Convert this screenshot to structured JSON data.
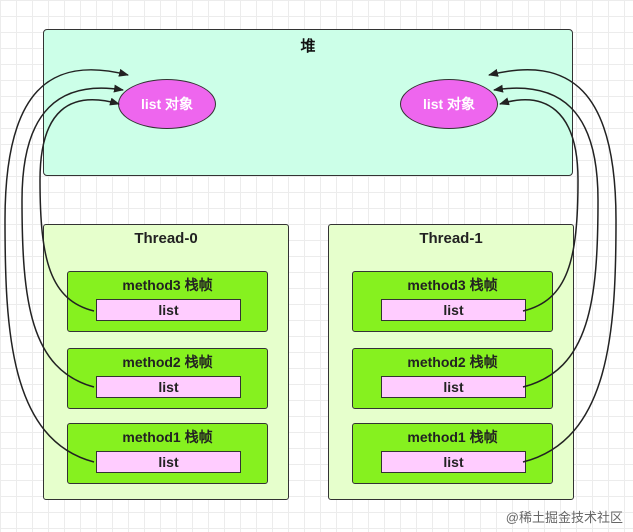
{
  "heap": {
    "title": "堆",
    "objects": [
      "list 对象",
      "list 对象"
    ]
  },
  "threads": [
    {
      "title": "Thread-0",
      "frames": [
        {
          "title": "method3 栈帧",
          "var": "list"
        },
        {
          "title": "method2 栈帧",
          "var": "list"
        },
        {
          "title": "method1 栈帧",
          "var": "list"
        }
      ]
    },
    {
      "title": "Thread-1",
      "frames": [
        {
          "title": "method3 栈帧",
          "var": "list"
        },
        {
          "title": "method2 栈帧",
          "var": "list"
        },
        {
          "title": "method1 栈帧",
          "var": "list"
        }
      ]
    }
  ],
  "watermark": "@稀土掘金技术社区",
  "colors": {
    "heap_fill": "#ccffe8",
    "object_fill": "#ee66ee",
    "thread_fill": "#e6ffcc",
    "frame_fill": "#86f11f",
    "var_fill": "#ffccff",
    "stroke": "#333333"
  }
}
